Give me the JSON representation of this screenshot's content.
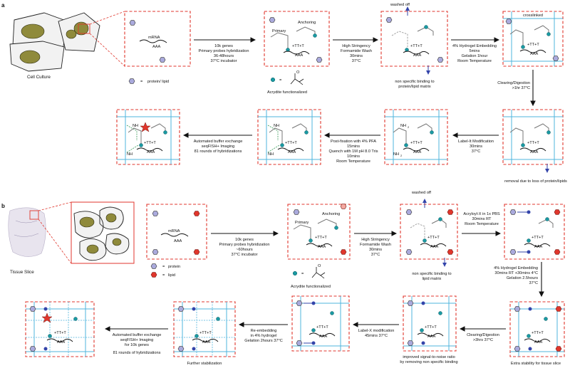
{
  "panels": {
    "a": "a",
    "b": "b"
  },
  "a": {
    "cell_culture": "Cell Culture",
    "legend_protein_lipid": "protein/ lipid",
    "equals": "=",
    "acrydite": "Acrydite functionalized",
    "mrna": "mRNA",
    "aaa": "AAA",
    "primary": "Primary",
    "anchoring": "Anchoring",
    "ttt": "+TT+T",
    "washed_off": "washed off",
    "crosslinked": "crosslinked",
    "nh": "NH",
    "nh2": "NH",
    "sub2": "2",
    "step1": [
      "10k genes",
      "Primary probes hybridization",
      "36-48hours",
      "37°C incubator"
    ],
    "step2": [
      "High Stringency",
      "Formamide Wash",
      "30mins",
      "37°C"
    ],
    "step2_note": [
      "non specific binding to",
      "protein/lipid matrix"
    ],
    "step3": [
      "4% Hydrogel Embedding",
      "5mins",
      "Gelation 1hour",
      "Room Temperature"
    ],
    "step4": [
      "Clearing/Digestion",
      ">1hr 37°C"
    ],
    "step4_note": "removal due to loss of protein/lipids",
    "step5": [
      "Label-It Modification",
      "30mins",
      "37°C"
    ],
    "step6": [
      "Post-fixation with 4% PFA",
      "15mins",
      "Quench with 1M pH 8.0 Tris",
      "10mins",
      "Room Temperature"
    ],
    "step7": [
      "Automated buffer exchange",
      "seqFISH+ Imaging",
      "81 rounds of hybridizations"
    ]
  },
  "b": {
    "tissue_slice": "Tissue Slice",
    "legend_protein": "protein",
    "legend_lipid": "lipid",
    "equals": "=",
    "acrydite": "Acrydite functionalized",
    "mrna": "mRNA",
    "aaa": "AAA",
    "primary": "Primary",
    "anchoring": "Anchoring",
    "ttt": "+TT+T",
    "washed_off": "washed off",
    "step1": [
      "10k genes",
      "Primary probes hybridization",
      "~60hours",
      "37°C incubator"
    ],
    "step2": [
      "High Stringency",
      "Formamide Wash",
      "30mins",
      "37°C"
    ],
    "step2_note": [
      "non specific binding to",
      "lipid matrix"
    ],
    "step3": [
      "Acryloyl-X in 1x PBS",
      "30mins RT",
      "Room Temperature"
    ],
    "step4": [
      "4% Hydrogel Embedding",
      "30mins RT +30mins 4°C",
      "Gelation 2.5hours",
      "37°C"
    ],
    "step4_note": "Extra stability for tissue slice",
    "step5": [
      "Clearing/Digestion",
      ">3hrs 37°C"
    ],
    "step5_note": [
      "improved signal-to-noise ratio",
      "by removing non specific binding"
    ],
    "step6": [
      "Label-X modification",
      "45mins 37°C"
    ],
    "step7": [
      "Re-embedding",
      "in 4% hydrogel",
      "Gelation 2hours 37°C"
    ],
    "step7_note": "Further stabilization",
    "step8": [
      "Automated buffer exchange",
      "seqFISH+ Imaging",
      "for 10k genes",
      "81 rounds of hybridizations"
    ]
  }
}
